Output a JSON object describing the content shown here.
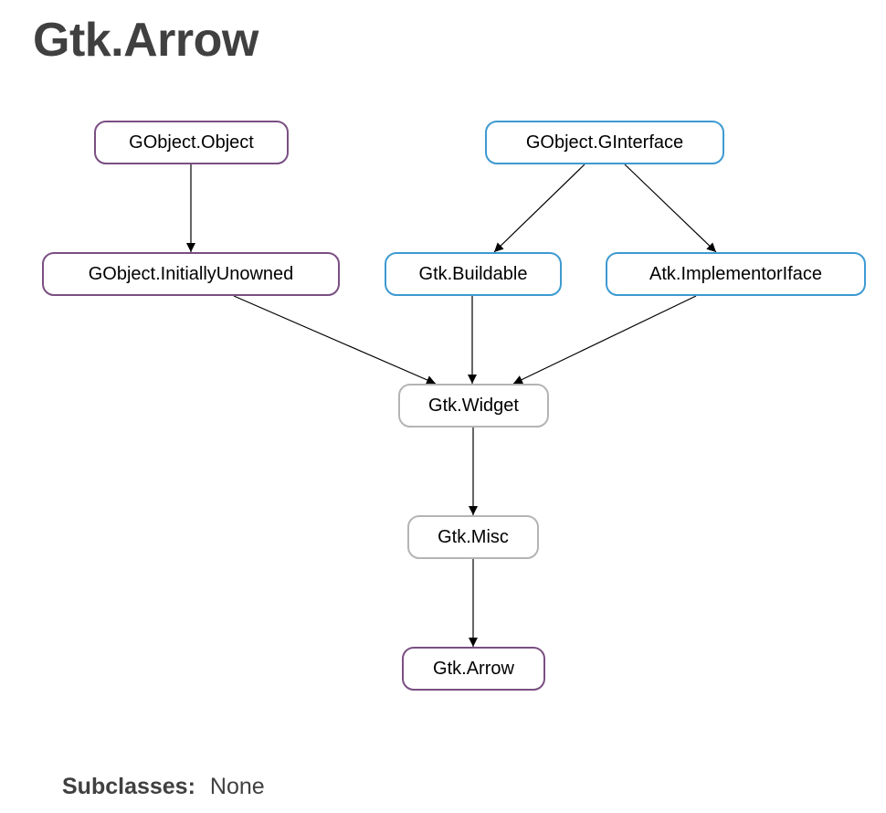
{
  "page": {
    "title": "Gtk.Arrow"
  },
  "colors": {
    "class_border": "#7a4f82",
    "interface_border": "#3d9ad1",
    "base_border": "#b4b4b4",
    "edge": "#000000",
    "title_text": "#404040"
  },
  "diagram": {
    "nodes": [
      {
        "id": "gobject-object",
        "label": "GObject.Object",
        "kind": "class"
      },
      {
        "id": "gobject-ginterface",
        "label": "GObject.GInterface",
        "kind": "interface"
      },
      {
        "id": "gobject-initiallyunowned",
        "label": "GObject.InitiallyUnowned",
        "kind": "class"
      },
      {
        "id": "gtk-buildable",
        "label": "Gtk.Buildable",
        "kind": "interface"
      },
      {
        "id": "atk-implementoriface",
        "label": "Atk.ImplementorIface",
        "kind": "interface"
      },
      {
        "id": "gtk-widget",
        "label": "Gtk.Widget",
        "kind": "base"
      },
      {
        "id": "gtk-misc",
        "label": "Gtk.Misc",
        "kind": "base"
      },
      {
        "id": "gtk-arrow",
        "label": "Gtk.Arrow",
        "kind": "class"
      }
    ],
    "edges": [
      {
        "from": "gobject-object",
        "to": "gobject-initiallyunowned"
      },
      {
        "from": "gobject-ginterface",
        "to": "gtk-buildable"
      },
      {
        "from": "gobject-ginterface",
        "to": "atk-implementoriface"
      },
      {
        "from": "gobject-initiallyunowned",
        "to": "gtk-widget"
      },
      {
        "from": "gtk-buildable",
        "to": "gtk-widget"
      },
      {
        "from": "atk-implementoriface",
        "to": "gtk-widget"
      },
      {
        "from": "gtk-widget",
        "to": "gtk-misc"
      },
      {
        "from": "gtk-misc",
        "to": "gtk-arrow"
      }
    ]
  },
  "subclasses": {
    "label": "Subclasses:",
    "value": "None"
  }
}
